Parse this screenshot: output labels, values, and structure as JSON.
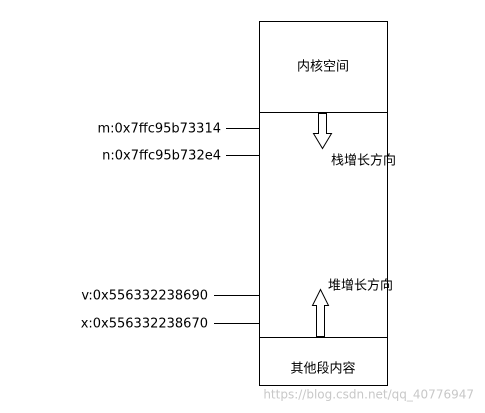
{
  "diagram": {
    "segments": {
      "kernel": "内核空间",
      "other": "其他段内容"
    },
    "directions": {
      "stack": "栈增长方向",
      "heap": "堆增长方向"
    },
    "addresses": {
      "m": "m:0x7ffc95b73314",
      "n": "n:0x7ffc95b732e4",
      "v": "v:0x556332238690",
      "x": "x:0x556332238670"
    },
    "watermark": "https://blog.csdn.net/qq_40776947"
  }
}
